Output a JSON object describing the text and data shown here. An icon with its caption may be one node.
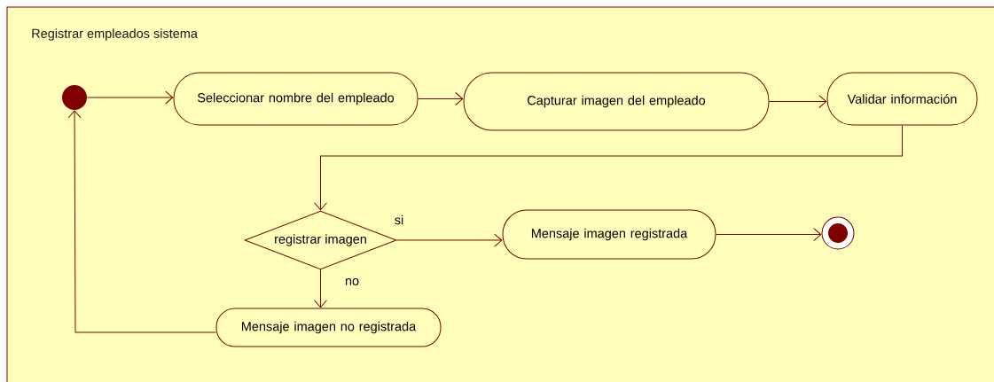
{
  "diagram": {
    "nodes": [
      {
        "text": [
          "Registrar empleados sistema"
        ]
      },
      {
        "text": [],
        "shape": "circle",
        "in": 0
      },
      {
        "text": [
          "Seleccionar nombre del empleado"
        ],
        "in": 0
      },
      {
        "text": [
          "Capturar imagen del empleado"
        ],
        "in": 0
      },
      {
        "text": [
          "Validar información"
        ],
        "in": 0
      },
      {
        "text": [
          "registrar imagen"
        ],
        "in": 0
      },
      {
        "text": [
          "Mensaje imagen registrada"
        ],
        "in": 0
      },
      {
        "text": [],
        "shape": "circle",
        "in": 0
      },
      {
        "text": [
          "Mensaje imagen no registrada"
        ],
        "in": 0
      }
    ],
    "edges": [
      {
        "from": 1,
        "to": 2,
        "arrow": "to"
      },
      {
        "from": 2,
        "to": 3,
        "arrow": "to"
      },
      {
        "from": 3,
        "to": 4,
        "arrow": "to"
      },
      {
        "from": 4,
        "to": 5,
        "arrow": "to"
      },
      {
        "from": 5,
        "to": 6,
        "arrow": "to",
        "label": "si"
      },
      {
        "from": 5,
        "to": 8,
        "arrow": "to",
        "label": "no"
      },
      {
        "from": 6,
        "to": 7,
        "arrow": "to"
      },
      {
        "from": 8,
        "to": 1,
        "arrow": "to"
      }
    ]
  }
}
